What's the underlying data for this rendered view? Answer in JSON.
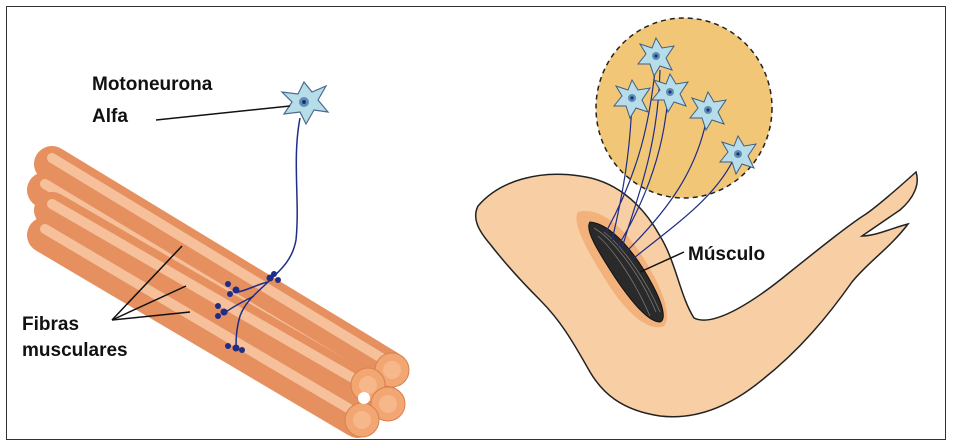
{
  "labels": {
    "motoneuron_line1": "Motoneurona",
    "motoneuron_line2": "Alfa",
    "fibers_line1": "Fibras",
    "fibers_line2": "musculares",
    "muscle": "Músculo"
  },
  "colors": {
    "fiber": "#f0a673",
    "fiber_highlight": "#f6c6a3",
    "fiber_end": "#e98f5b",
    "neuron": "#b7dcea",
    "nerve": "#1f2d86",
    "arm": "#f8cfa4",
    "cortex": "#f2c677",
    "muscle_dark": "#1b1b1b"
  }
}
